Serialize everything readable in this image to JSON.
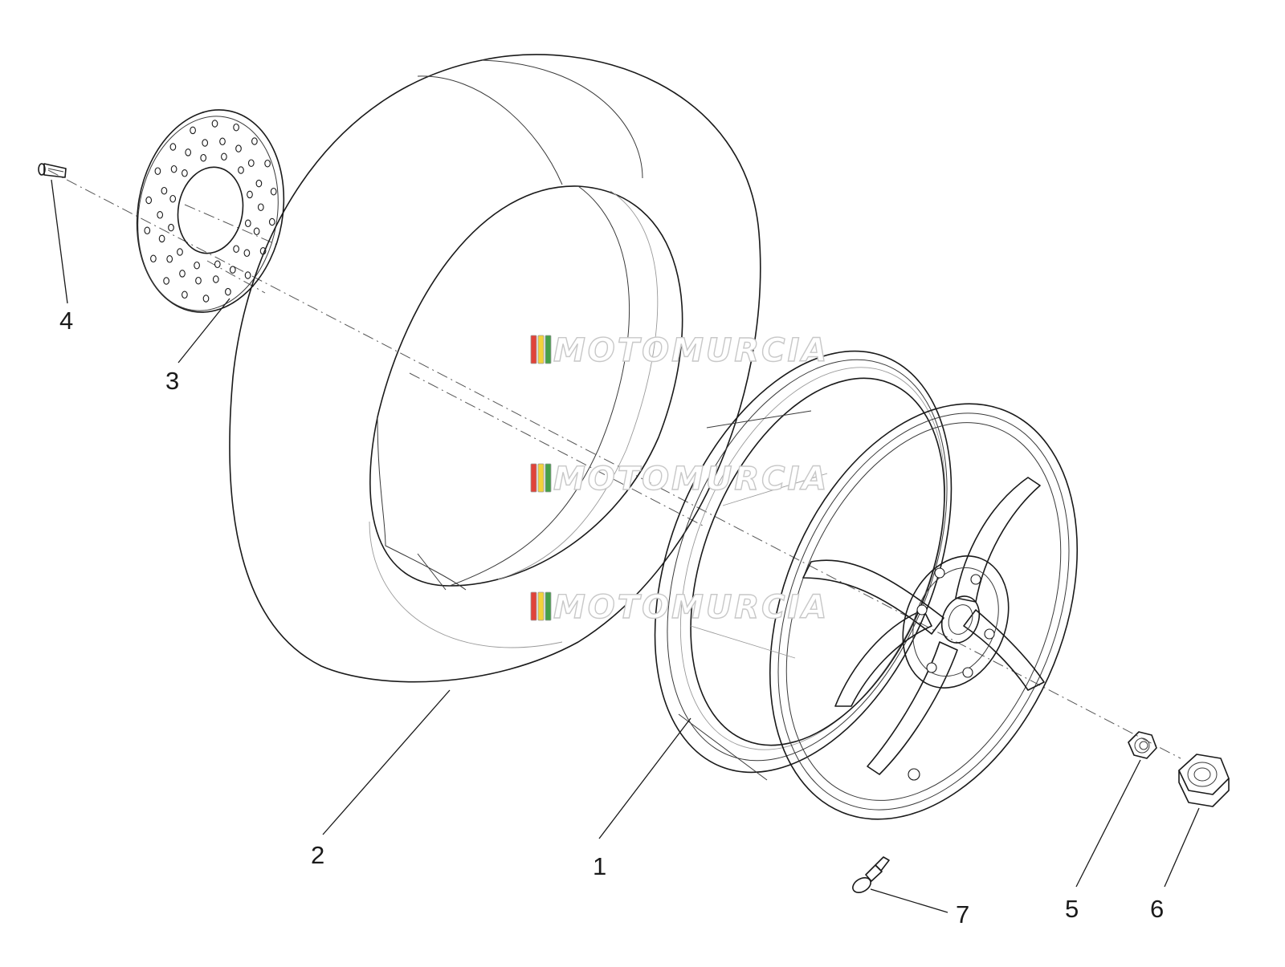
{
  "diagram": {
    "callouts": [
      {
        "id": "1",
        "label": "1"
      },
      {
        "id": "2",
        "label": "2"
      },
      {
        "id": "3",
        "label": "3"
      },
      {
        "id": "4",
        "label": "4"
      },
      {
        "id": "5",
        "label": "5"
      },
      {
        "id": "6",
        "label": "6"
      },
      {
        "id": "7",
        "label": "7"
      }
    ],
    "watermark": {
      "text": "MOTOMURCIA",
      "stripe_colors": [
        "#e0433a",
        "#f3d23b",
        "#45a04a"
      ]
    }
  }
}
